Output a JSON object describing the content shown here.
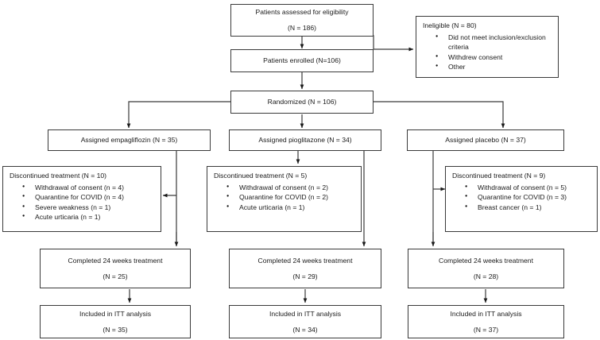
{
  "diagram": {
    "title": "CONSORT participant flow diagram",
    "type": "flowchart",
    "line_color": "#3a3a3a"
  },
  "nodes": {
    "eligibility": {
      "line1": "Patients assessed for eligibility",
      "line2": "(N = 186)"
    },
    "ineligible": {
      "header": "Ineligible (N = 80)",
      "bullets": [
        "Did not meet inclusion/exclusion criteria",
        "Withdrew consent",
        "Other"
      ]
    },
    "enrolled": {
      "line1": "Patients enrolled (N=106)"
    },
    "randomized": {
      "line1": "Randomized (N = 106)"
    },
    "assigned_left": {
      "line1": "Assigned empagliflozin (N = 35)"
    },
    "assigned_mid": {
      "line1": "Assigned pioglitazone (N = 34)"
    },
    "assigned_right": {
      "line1": "Assigned placebo (N = 37)"
    },
    "disc_left": {
      "header": "Discontinued treatment (N = 10)",
      "bullets": [
        "Withdrawal of consent (n = 4)",
        "Quarantine for COVID (n = 4)",
        "Severe weakness (n = 1)",
        "Acute urticaria (n = 1)"
      ]
    },
    "disc_mid": {
      "header": "Discontinued treatment (N = 5)",
      "bullets": [
        "Withdrawal of consent (n = 2)",
        "Quarantine for COVID (n = 2)",
        "Acute urticaria (n = 1)"
      ]
    },
    "disc_right": {
      "header": "Discontinued treatment (N = 9)",
      "bullets": [
        "Withdrawal of consent (n = 5)",
        "Quarantine for COVID (n = 3)",
        "Breast cancer (n = 1)"
      ]
    },
    "completed_left": {
      "line1": "Completed 24 weeks treatment",
      "line2": "(N = 25)"
    },
    "completed_mid": {
      "line1": "Completed 24 weeks treatment",
      "line2": "(N = 29)"
    },
    "completed_right": {
      "line1": "Completed 24 weeks treatment",
      "line2": "(N = 28)"
    },
    "itt_left": {
      "line1": "Included in ITT analysis",
      "line2": "(N = 35)"
    },
    "itt_mid": {
      "line1": "Included in ITT analysis",
      "line2": "(N = 34)"
    },
    "itt_right": {
      "line1": "Included in ITT analysis",
      "line2": "(N = 37)"
    }
  }
}
